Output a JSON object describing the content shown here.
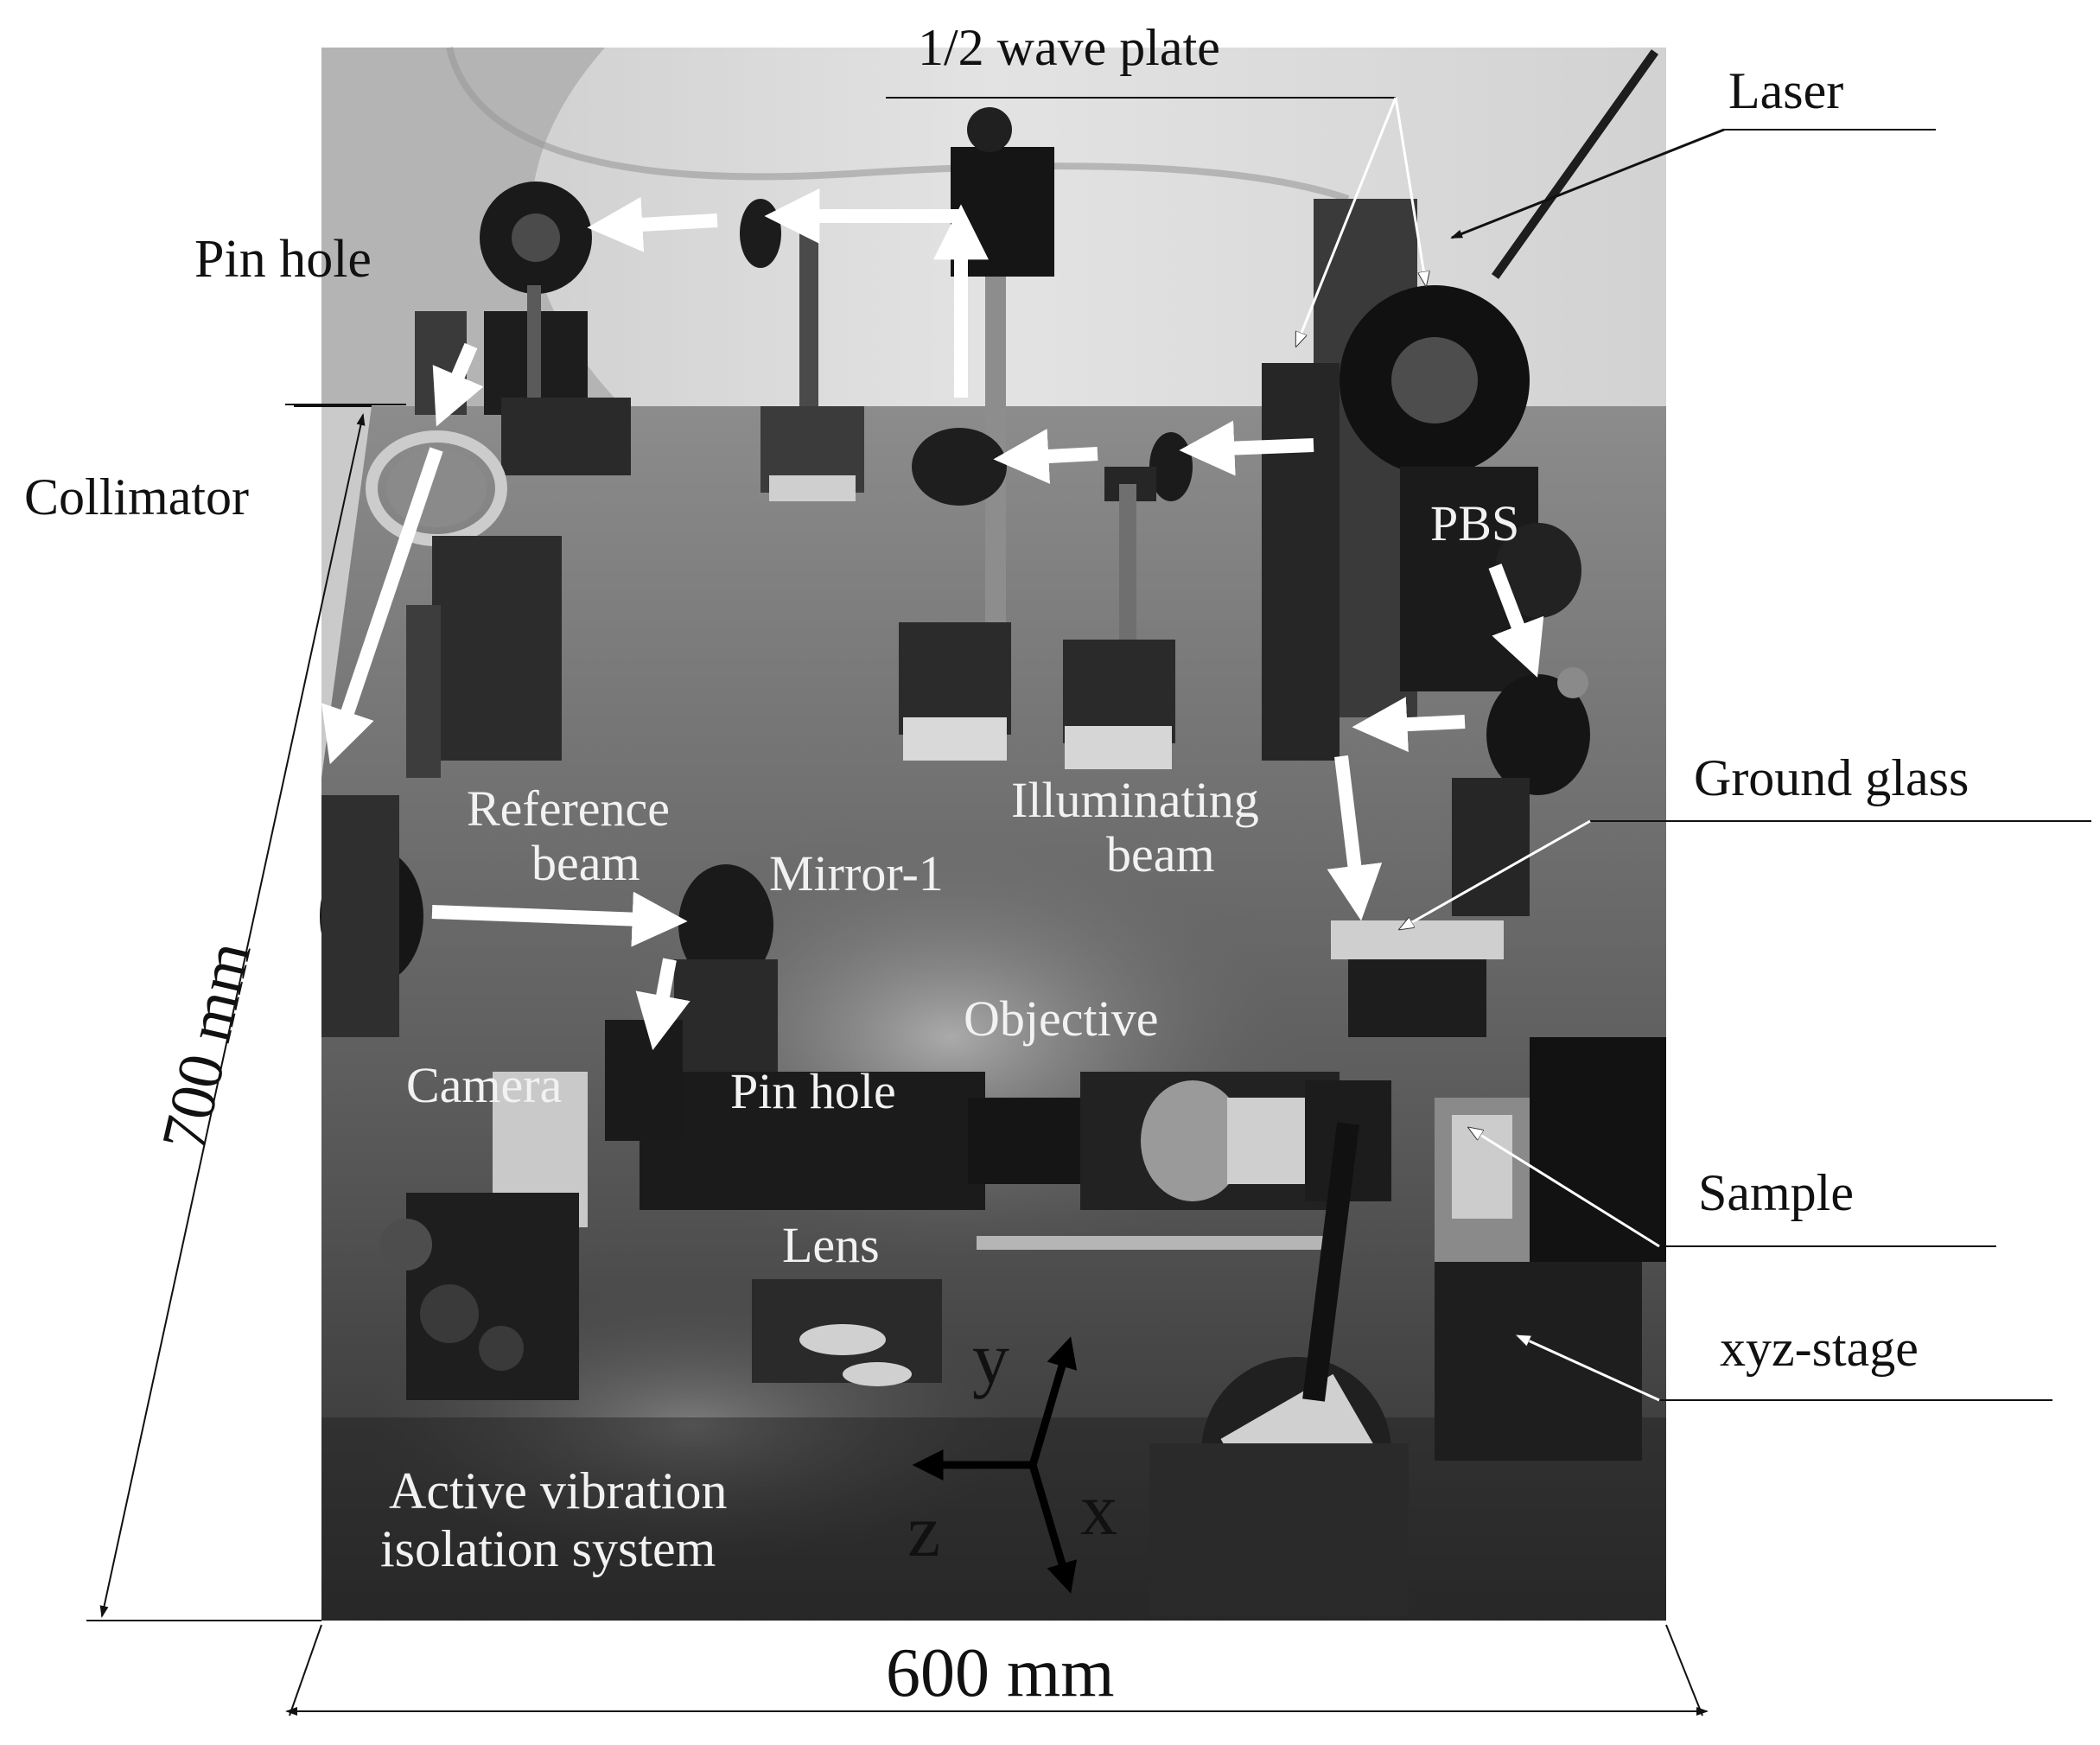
{
  "labels": {
    "wave_plate": "1/2 wave plate",
    "laser": "Laser",
    "pin_hole_top": "Pin hole",
    "collimator": "Collimator",
    "pbs": "PBS",
    "ground_glass": "Ground glass",
    "reference_beam_1": "Reference",
    "reference_beam_2": "beam",
    "mirror1": "Mirror-1",
    "illuminating_beam_1": "Illuminating",
    "illuminating_beam_2": "beam",
    "objective": "Objective",
    "camera": "Camera",
    "pin_hole_mid": "Pin hole",
    "lens": "Lens",
    "sample": "Sample",
    "xyz_stage": "xyz-stage",
    "active_vibration_1": "Active vibration",
    "active_vibration_2": "isolation system",
    "axis_y": "y",
    "axis_z": "z",
    "axis_x": "x"
  },
  "dimensions": {
    "height": "700 mm",
    "width": "600 mm"
  },
  "colors": {
    "background": "#ffffff",
    "photo_dark": "#2b2b2b",
    "photo_mid": "#6b6b6b",
    "photo_light": "#cfcfcf",
    "beam_arrow": "#ffffff",
    "annotation": "#111111"
  }
}
